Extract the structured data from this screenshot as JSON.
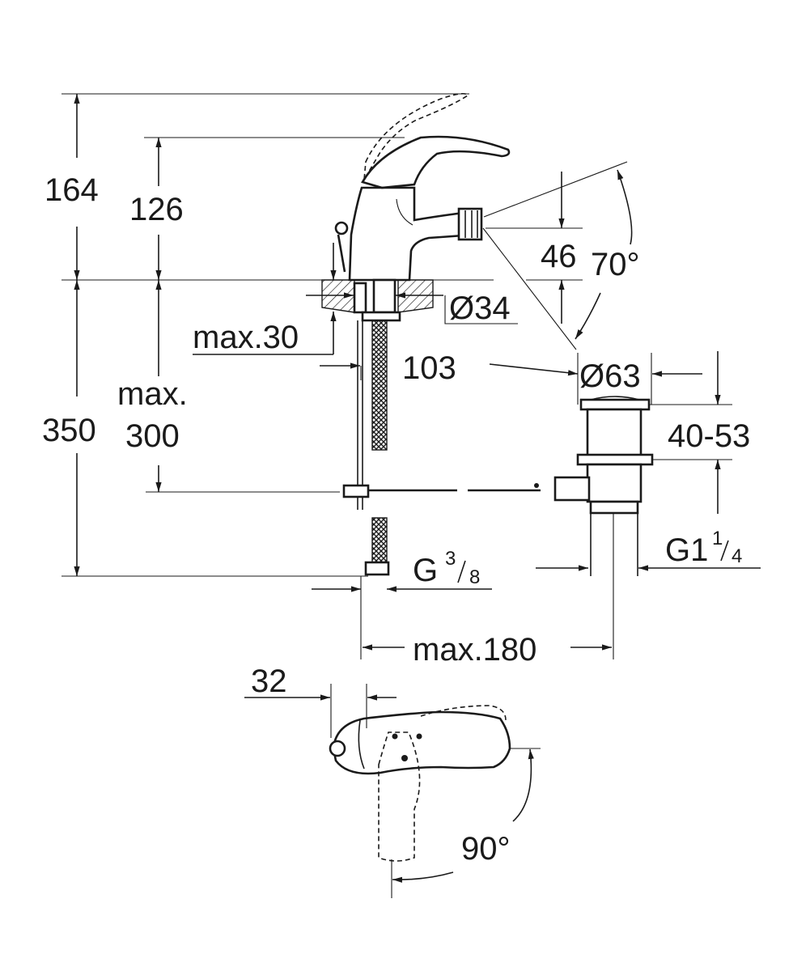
{
  "dimensions": {
    "total_height": "164",
    "spout_height": "126",
    "projection_height": "46",
    "tilt_angle": "70°",
    "hole_diameter": "Ø34",
    "max_deck_thickness": "max.30",
    "spout_reach": "103",
    "waste_diameter": "Ø63",
    "below_deck_height": "350",
    "hose_length_line1": "max.",
    "hose_length_line2": "300",
    "waste_adjustment": "40-53",
    "waste_thread_main": "G1",
    "waste_thread_num": "1",
    "waste_thread_den": "4",
    "supply_thread_main": "G",
    "supply_thread_num": "3",
    "supply_thread_den": "8",
    "max_spacing": "max.180",
    "lever_offset": "32",
    "lever_rotation": "90°"
  }
}
